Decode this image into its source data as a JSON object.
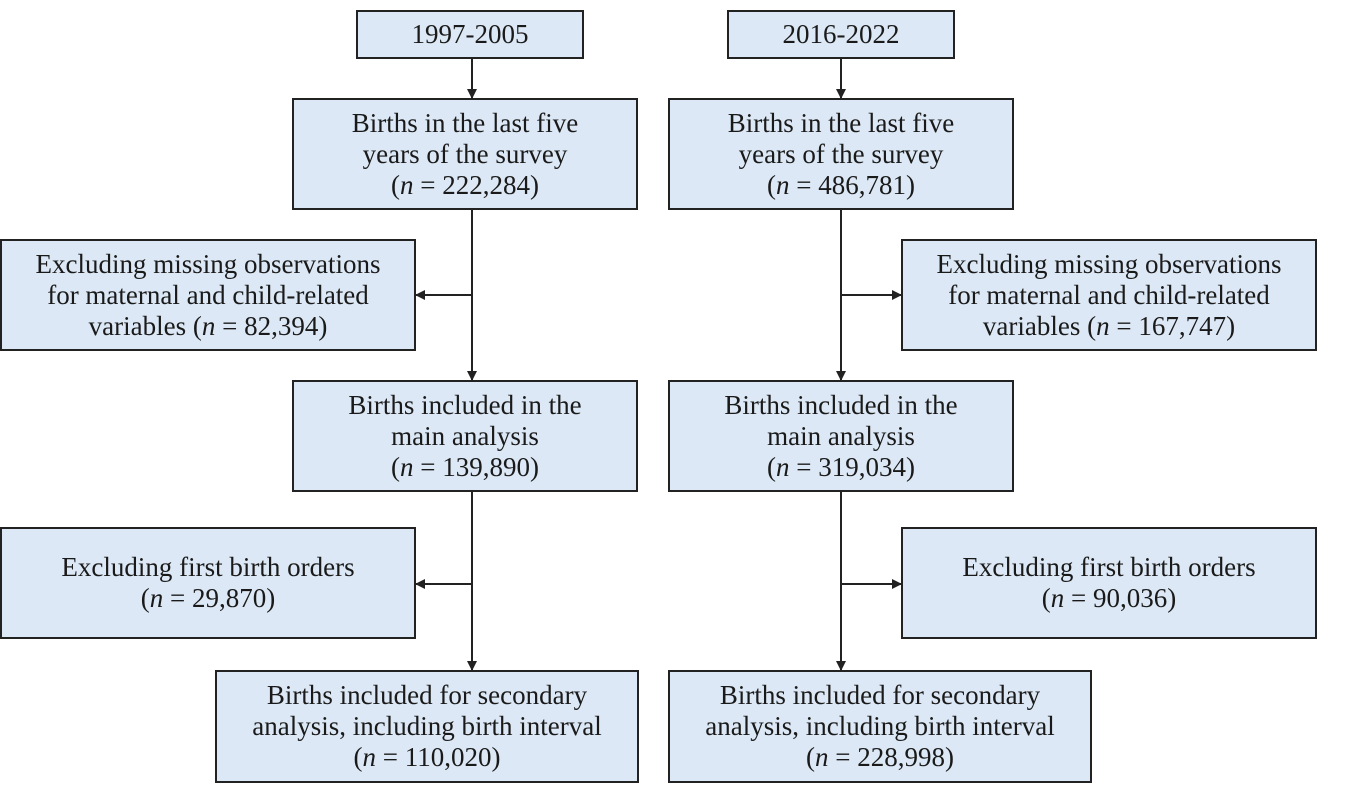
{
  "left": {
    "period": "1997-2005",
    "births_last_five": {
      "lines": [
        "Births in the last five",
        "years of the survey"
      ],
      "n": "222,284"
    },
    "excl_missing": {
      "lines": [
        "Excluding missing observations",
        "for maternal and child-related",
        "variables ("
      ],
      "n": "82,394"
    },
    "main_analysis": {
      "lines": [
        "Births included in the",
        "main analysis"
      ],
      "n": "139,890"
    },
    "excl_first": {
      "lines": [
        "Excluding first birth orders"
      ],
      "n": "29,870"
    },
    "secondary": {
      "lines": [
        "Births included for secondary",
        "analysis, including birth interval"
      ],
      "n": "110,020"
    }
  },
  "right": {
    "period": "2016-2022",
    "births_last_five": {
      "lines": [
        "Births in the last five",
        "years of the survey"
      ],
      "n": "486,781"
    },
    "excl_missing": {
      "lines": [
        "Excluding missing observations",
        "for maternal and child-related",
        "variables ("
      ],
      "n": "167,747"
    },
    "main_analysis": {
      "lines": [
        "Births included in the",
        "main analysis"
      ],
      "n": "319,034"
    },
    "excl_first": {
      "lines": [
        "Excluding first birth orders"
      ],
      "n": "90,036"
    },
    "secondary": {
      "lines": [
        "Births included for secondary",
        "analysis, including birth interval"
      ],
      "n": "228,998"
    }
  },
  "n_symbol": "n",
  "n_equals": " = ",
  "open_paren": "(",
  "close_paren": ")",
  "colors": {
    "box_fill": "#dce8f5",
    "stroke": "#222222"
  }
}
